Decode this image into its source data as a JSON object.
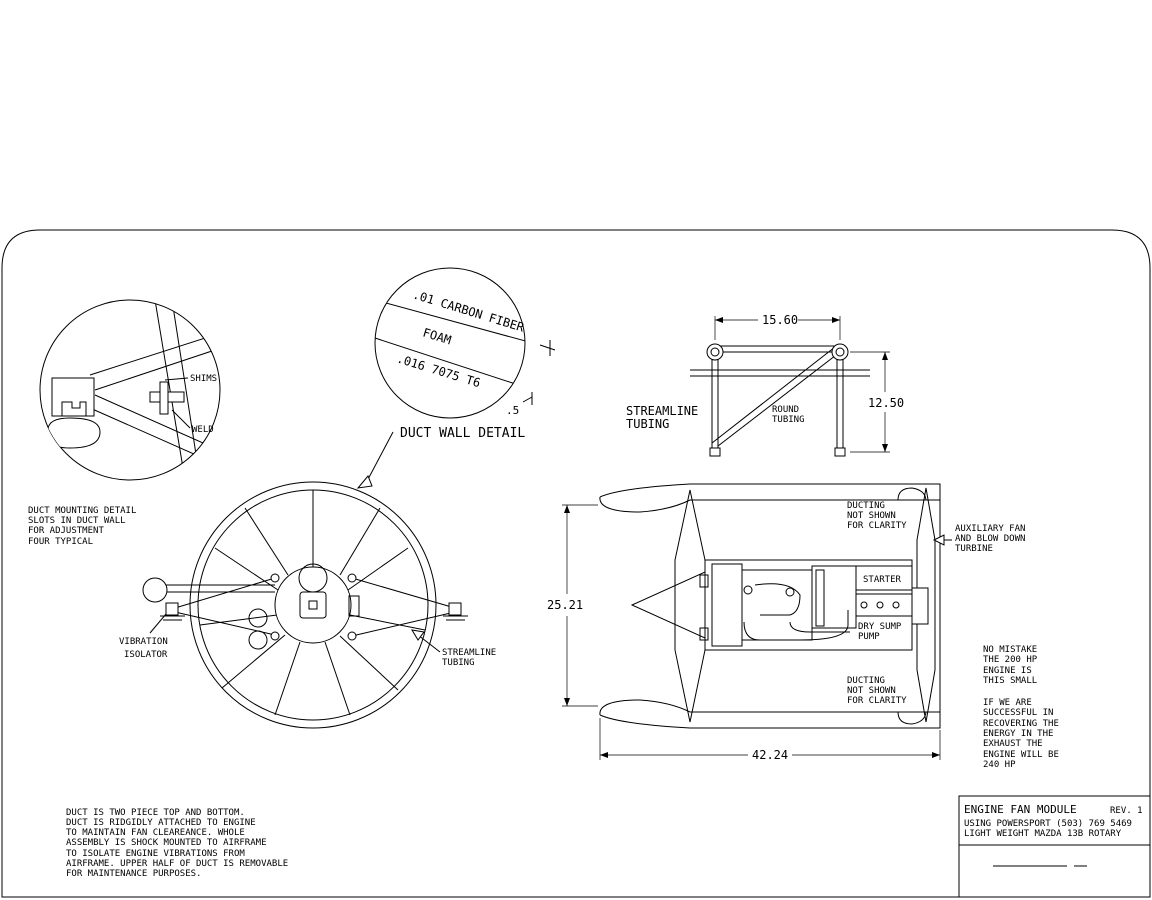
{
  "duct_mounting_detail": {
    "shims": "SHIMS",
    "weld": "WELD",
    "caption": [
      "DUCT MOUNTING DETAIL",
      "SLOTS IN DUCT WALL",
      "FOR ADJUSTMENT",
      "FOUR TYPICAL"
    ]
  },
  "duct_wall_detail": {
    "carbon": ".01 CARBON FIBER",
    "foam": "FOAM",
    "aluminum": ".016 7075 T6",
    "thickness": ".5",
    "title": "DUCT WALL DETAIL"
  },
  "front_view": {
    "vibration_isolator": [
      "VIBRATION",
      "ISOLATOR"
    ],
    "streamline_tubing": [
      "STREAMLINE",
      "TUBING"
    ]
  },
  "mount_frame": {
    "width_dim": "15.60",
    "height_dim": "12.50",
    "streamline_tubing": [
      "STREAMLINE",
      "TUBING"
    ],
    "round_tubing": [
      "ROUND",
      "TUBING"
    ]
  },
  "side_view": {
    "height_dim": "25.21",
    "length_dim": "42.24",
    "ducting_top": [
      "DUCTING",
      "NOT SHOWN",
      "FOR CLARITY"
    ],
    "ducting_bottom": [
      "DUCTING",
      "NOT SHOWN",
      "FOR CLARITY"
    ],
    "aux_fan": [
      "AUXILIARY FAN",
      "AND BLOW DOWN",
      "TURBINE"
    ],
    "starter": "STARTER",
    "dry_sump": [
      "DRY SUMP",
      "PUMP"
    ]
  },
  "notes_right": {
    "mistake": [
      "NO MISTAKE",
      "THE 200 HP",
      "ENGINE IS",
      "THIS SMALL"
    ],
    "energy": [
      "IF WE ARE",
      "SUCCESSFUL IN",
      "RECOVERING THE",
      "ENERGY IN THE",
      "EXHAUST THE",
      "ENGINE WILL BE",
      "240 HP"
    ]
  },
  "notes_bottom": [
    "DUCT IS TWO PIECE TOP AND BOTTOM.",
    "DUCT IS RIDGIDLY ATTACHED TO ENGINE",
    "TO MAINTAIN FAN CLEAREANCE. WHOLE",
    "ASSEMBLY IS SHOCK MOUNTED TO AIRFRAME",
    "TO ISOLATE ENGINE VIBRATIONS FROM",
    "AIRFRAME. UPPER HALF OF DUCT IS REMOVABLE",
    "FOR MAINTENANCE PURPOSES."
  ],
  "title_block": {
    "title": "ENGINE FAN MODULE",
    "rev": "REV. 1",
    "line2": "USING POWERSPORT (503) 769 5469",
    "line3": "LIGHT WEIGHT MAZDA 13B ROTARY"
  }
}
